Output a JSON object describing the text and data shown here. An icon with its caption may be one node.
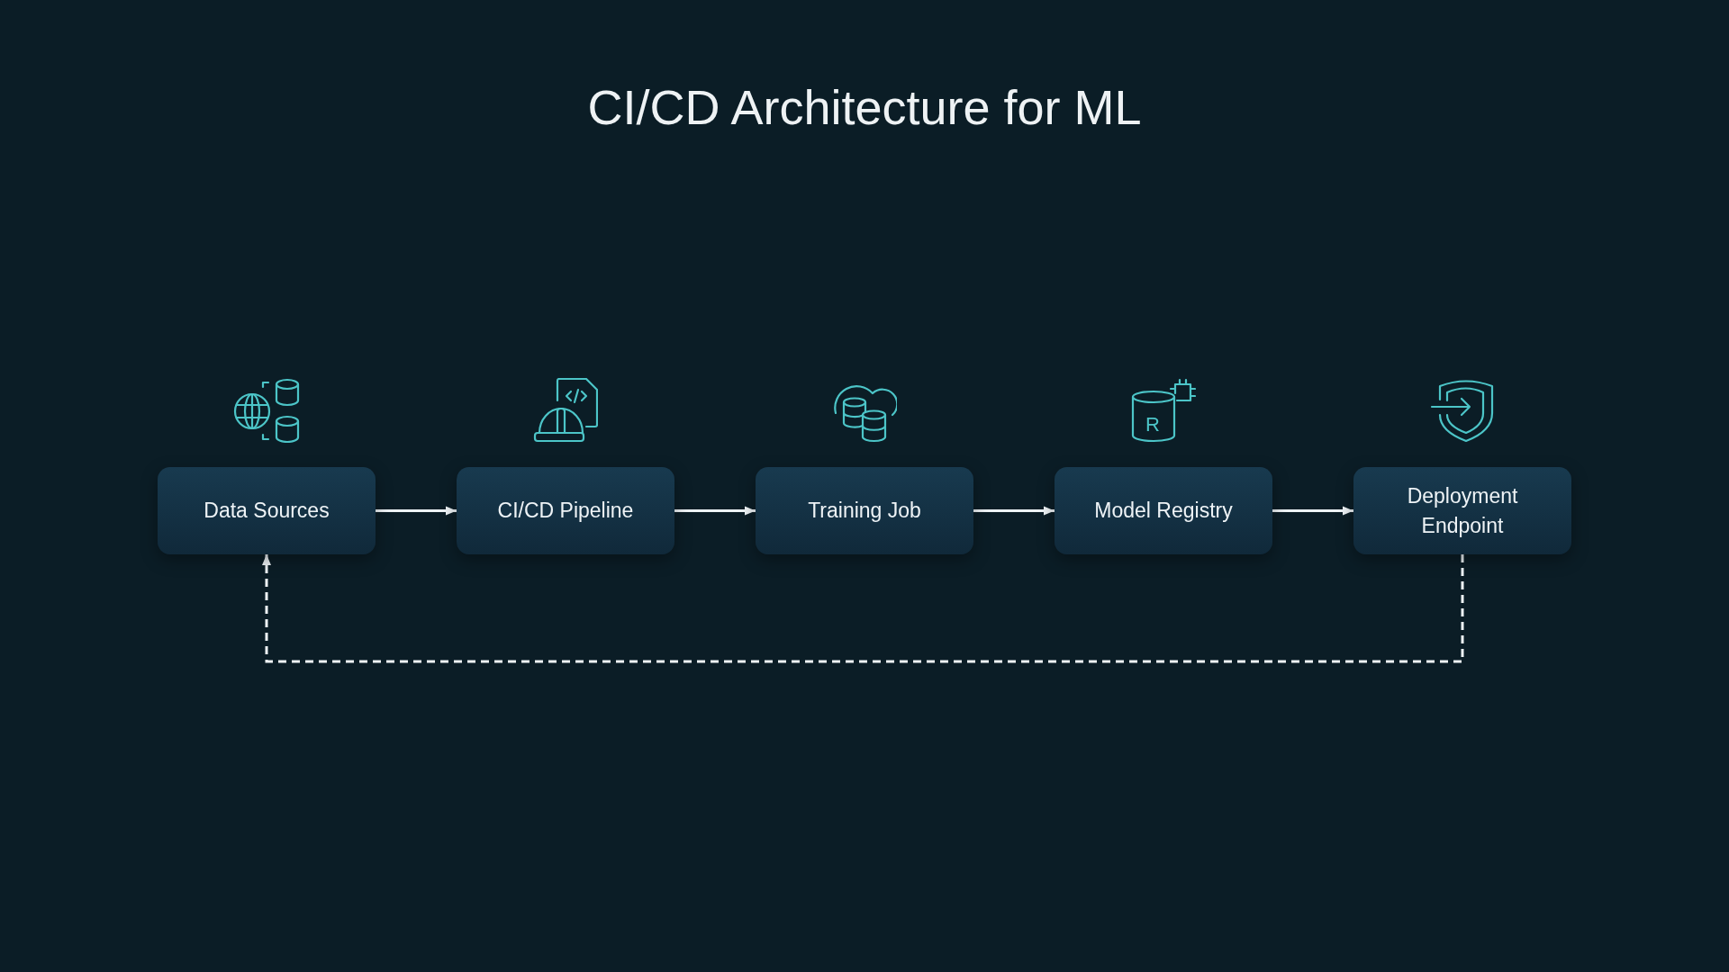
{
  "diagram": {
    "title": "CI/CD Architecture for ML",
    "nodes": [
      {
        "text": [
          "Data Sources"
        ]
      },
      {
        "text": [
          "CI/CD Pipeline"
        ]
      },
      {
        "text": [
          "Training Job"
        ]
      },
      {
        "text": [
          "Model Registry"
        ]
      },
      {
        "text": [
          "Deployment Endpoint"
        ]
      }
    ],
    "edges": [
      {
        "from": 0,
        "to": 1,
        "arrow": "to"
      },
      {
        "from": 1,
        "to": 2,
        "arrow": "to"
      },
      {
        "from": 2,
        "to": 3,
        "arrow": "to"
      },
      {
        "from": 3,
        "to": 4,
        "arrow": "to"
      },
      {
        "from": 4,
        "to": 0,
        "arrow": "to",
        "style": "dashed"
      }
    ],
    "labels": [
      "R"
    ]
  }
}
